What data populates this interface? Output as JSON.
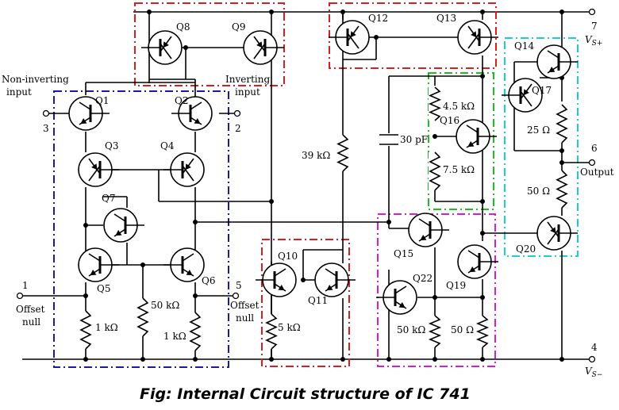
{
  "caption": "Fig: Internal Circuit structure of IC 741",
  "pins": {
    "non_inverting": {
      "label_line1": "Non-inverting",
      "label_line2": "input",
      "number": "3"
    },
    "inverting": {
      "label_line1": "Inverting",
      "label_line2": "input",
      "number": "2"
    },
    "offset_null_1": {
      "label_line1": "Offset",
      "label_line2": "null",
      "number": "1"
    },
    "offset_null_5": {
      "label_line1": "Offset",
      "label_line2": "null",
      "number": "5"
    },
    "output": {
      "label": "Output",
      "number": "6"
    },
    "vs_plus": {
      "label": "V",
      "sub": "S+",
      "number": "7"
    },
    "vs_minus": {
      "label": "V",
      "sub": "S−",
      "number": "4"
    }
  },
  "transistors": [
    "Q1",
    "Q2",
    "Q3",
    "Q4",
    "Q5",
    "Q6",
    "Q7",
    "Q8",
    "Q9",
    "Q10",
    "Q11",
    "Q12",
    "Q13",
    "Q14",
    "Q15",
    "Q16",
    "Q17",
    "Q19",
    "Q20",
    "Q22"
  ],
  "components": {
    "r_q5": "1 kΩ",
    "r_mid": "50 kΩ",
    "r_q6": "1 kΩ",
    "r_q11": "5 kΩ",
    "r_bias": "39 kΩ",
    "cap": "30 pF",
    "r16_top": "4.5 kΩ",
    "r16_bot": "7.5 kΩ",
    "r17": "25 Ω",
    "r_out": "50 Ω",
    "r_q22": "50 kΩ",
    "r_q19": "50 Ω"
  },
  "box_colors": {
    "red": "#d42020",
    "blue": "#1a1aa0",
    "green": "#22bb22",
    "magenta": "#d020d0",
    "cyan": "#22cccc"
  }
}
